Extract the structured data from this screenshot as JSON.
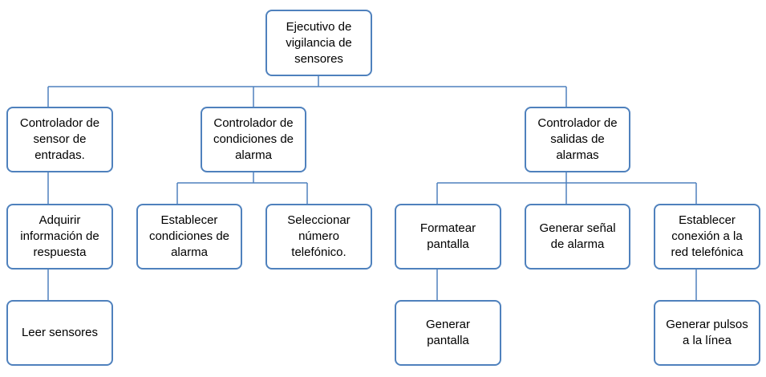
{
  "colors": {
    "border": "#4f81bd",
    "connector": "#4f81bd",
    "text": "#000000",
    "background": "#ffffff"
  },
  "nodes": {
    "root": "Ejecutivo de\nvigilancia de\nsensores",
    "input_controller": "Controlador de\nsensor de\nentradas.",
    "alarm_conditions_controller": "Controlador de\ncondiciones de\nalarma",
    "alarm_outputs_controller": "Controlador de\nsalidas de\nalarmas",
    "acquire_response": "Adquirir\ninformación de\nrespuesta",
    "read_sensors": "Leer sensores",
    "set_alarm_conditions": "Establecer\ncondiciones de\nalarma",
    "select_phone_number": "Seleccionar\nnúmero\ntelefónico.",
    "format_screen": "Formatear\npantalla",
    "generate_alarm_signal": "Generar señal\nde alarma",
    "phone_connection": "Establecer\nconexión a la\nred telefónica",
    "generate_screen": "Generar\npantalla",
    "generate_line_pulses": "Generar pulsos\na la línea"
  }
}
